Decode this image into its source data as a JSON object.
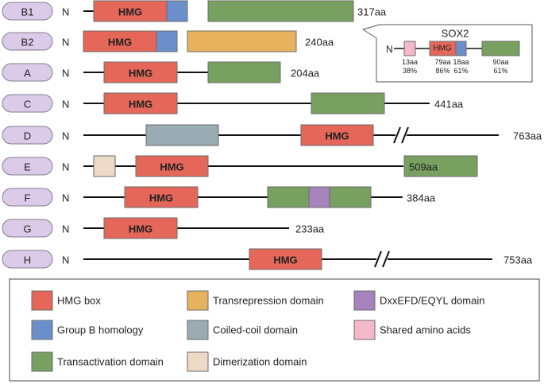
{
  "proteins": [
    {
      "group": "B1",
      "length": "317aa",
      "domains": [
        {
          "type": "hmg",
          "label": "HMG"
        },
        {
          "type": "groupb"
        },
        {
          "type": "transact"
        }
      ]
    },
    {
      "group": "B2",
      "length": "240aa",
      "domains": [
        {
          "type": "hmg",
          "label": "HMG"
        },
        {
          "type": "groupb"
        },
        {
          "type": "transrep"
        }
      ]
    },
    {
      "group": "A",
      "length": "204aa",
      "domains": [
        {
          "type": "hmg",
          "label": "HMG"
        },
        {
          "type": "transact"
        }
      ]
    },
    {
      "group": "C",
      "length": "441aa",
      "domains": [
        {
          "type": "hmg",
          "label": "HMG"
        },
        {
          "type": "transact"
        }
      ]
    },
    {
      "group": "D",
      "length": "763aa",
      "domains": [
        {
          "type": "coiled"
        },
        {
          "type": "hmg",
          "label": "HMG"
        }
      ]
    },
    {
      "group": "E",
      "length": "509aa",
      "domains": [
        {
          "type": "dimer"
        },
        {
          "type": "hmg",
          "label": "HMG"
        },
        {
          "type": "transact"
        }
      ]
    },
    {
      "group": "F",
      "length": "384aa",
      "domains": [
        {
          "type": "hmg",
          "label": "HMG"
        },
        {
          "type": "transact"
        },
        {
          "type": "dxx"
        },
        {
          "type": "transact"
        }
      ]
    },
    {
      "group": "G",
      "length": "233aa",
      "domains": [
        {
          "type": "hmg",
          "label": "HMG"
        }
      ]
    },
    {
      "group": "H",
      "length": "753aa",
      "domains": [
        {
          "type": "hmg",
          "label": "HMG"
        }
      ]
    }
  ],
  "n_terminus": "N",
  "inset": {
    "title": "SOX2",
    "n_label": "N",
    "hmg_label": "HMG",
    "segments": [
      {
        "type": "shared",
        "aa": "13aa",
        "pct": "38%"
      },
      {
        "type": "hmg",
        "aa": "79aa",
        "pct": "86%"
      },
      {
        "type": "groupb",
        "aa": "18aa",
        "pct": "61%"
      },
      {
        "type": "transact",
        "aa": "90aa",
        "pct": "61%"
      }
    ]
  },
  "legend": [
    {
      "type": "hmg",
      "label": "HMG box"
    },
    {
      "type": "transrep",
      "label": "Transrepression domain"
    },
    {
      "type": "dxx",
      "label": "DxxEFD/EQYL domain"
    },
    {
      "type": "groupb",
      "label": "Group B homology"
    },
    {
      "type": "coiled",
      "label": "Coiled-coil domain"
    },
    {
      "type": "shared",
      "label": "Shared amino acids"
    },
    {
      "type": "transact",
      "label": "Transactivation domain"
    },
    {
      "type": "dimer",
      "label": "Dimerization domain"
    }
  ],
  "colors": {
    "hmg": "#e4675a",
    "groupb": "#6a8fcb",
    "transact": "#78a060",
    "transrep": "#e8b35e",
    "coiled": "#9aabb3",
    "dimer": "#ecd9c6",
    "dxx": "#a783bd",
    "shared": "#f5b8c8",
    "pill": "#dccbe8",
    "pill_stroke": "#7f7f8f",
    "line": "#111111"
  }
}
